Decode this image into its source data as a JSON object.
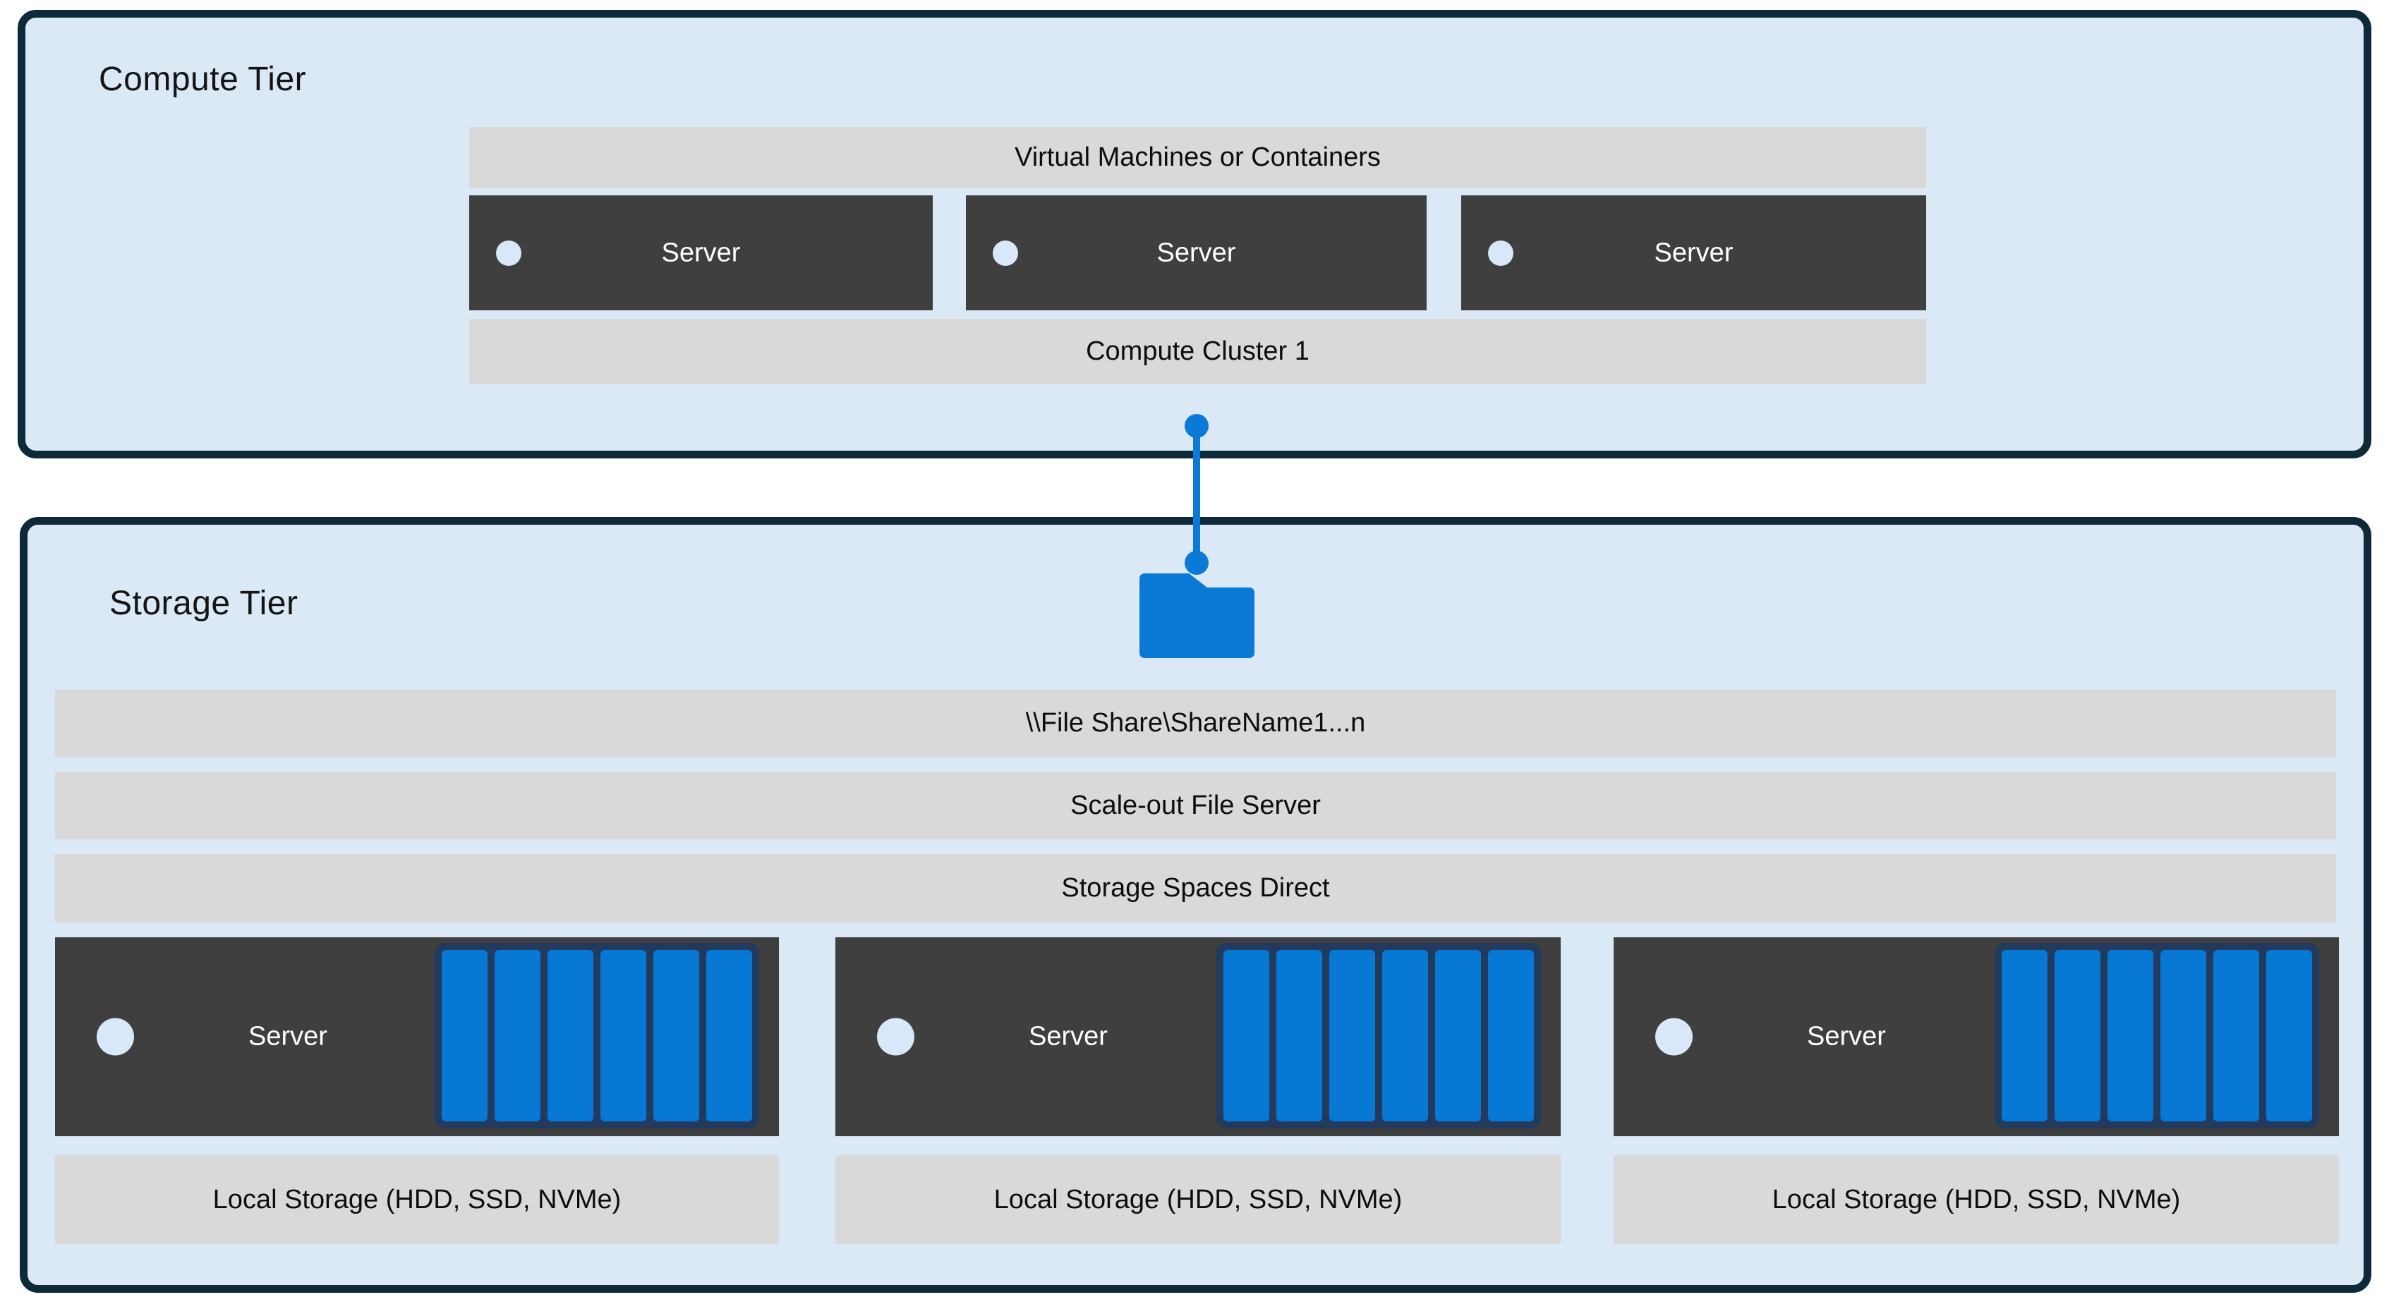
{
  "colors": {
    "tier_fill": "#dbe8f6",
    "tier_border": "#0c2a3a",
    "bar_fill": "#d9d9d9",
    "server_box_fill": "#3f3f3f",
    "accent_blue": "#0b79d6",
    "disk_fill": "#0778d3",
    "disk_frame": "#233a5f",
    "server_dot_fill": "#d9e8f9"
  },
  "compute_tier": {
    "title": "Compute Tier",
    "vm_bar_label": "Virtual Machines or Containers",
    "servers": [
      {
        "label": "Server"
      },
      {
        "label": "Server"
      },
      {
        "label": "Server"
      }
    ],
    "cluster_bar_label": "Compute Cluster 1"
  },
  "connector": {
    "icon": "folder-icon"
  },
  "storage_tier": {
    "title": "Storage Tier",
    "file_share_bar_label": "\\\\File Share\\ShareName1...n",
    "sofs_bar_label": "Scale-out File Server",
    "s2d_bar_label": "Storage Spaces Direct",
    "servers": [
      {
        "label": "Server",
        "local_storage_label": "Local Storage (HDD, SSD, NVMe)",
        "disk_count": 6
      },
      {
        "label": "Server",
        "local_storage_label": "Local Storage (HDD, SSD, NVMe)",
        "disk_count": 6
      },
      {
        "label": "Server",
        "local_storage_label": "Local Storage (HDD, SSD, NVMe)",
        "disk_count": 6
      }
    ]
  }
}
